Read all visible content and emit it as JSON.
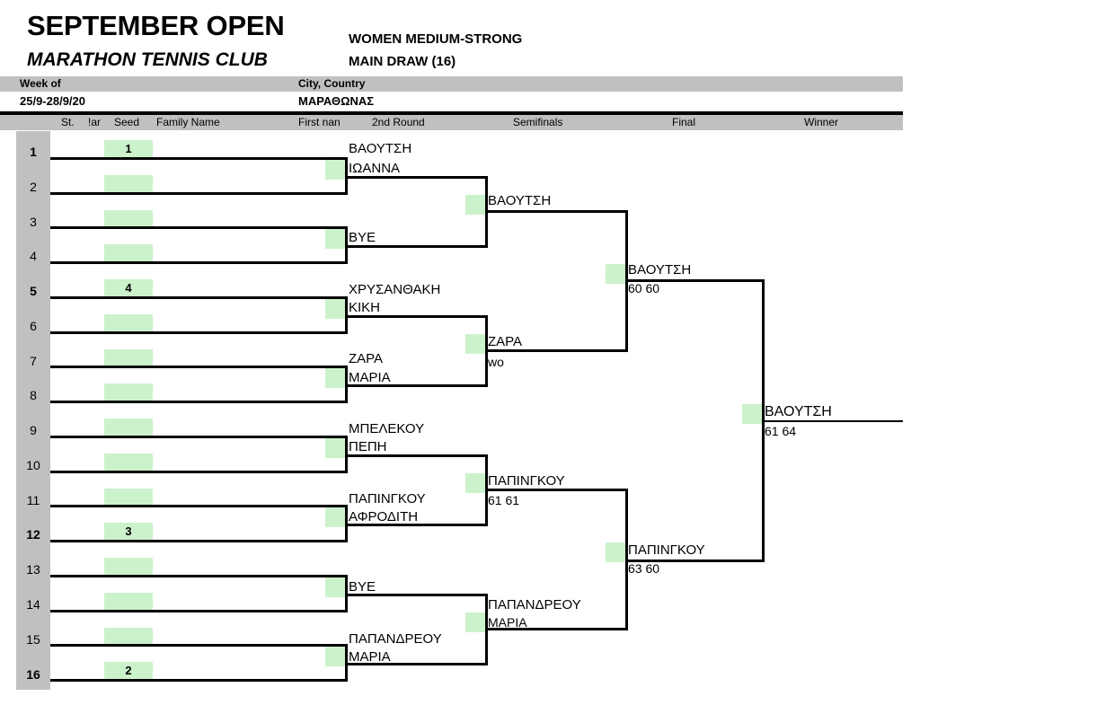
{
  "header": {
    "tournament": "SEPTEMBER OPEN",
    "club": "MARATHON TENNIS CLUB",
    "category": "WOMEN MEDIUM-STRONG",
    "draw_type": "MAIN DRAW (16)",
    "week_of_label": "Week of",
    "week_of_value": "25/9-28/9/20",
    "city_country_label": "City, Country",
    "city_country_value": "ΜΑΡΑΘΩΝΑΣ"
  },
  "columns": {
    "st": "St.",
    "nat": "!ar",
    "seed": "Seed",
    "family_name": "Family Name",
    "first_name": "First nan",
    "round2": "2nd Round",
    "semifinals": "Semifinals",
    "final": "Final",
    "winner": "Winner"
  },
  "colors": {
    "gray_bar": "#c0c0c0",
    "green_cell": "#ccf2cc",
    "line": "#000000",
    "page": "#ffffff"
  },
  "round1": {
    "rows": [
      {
        "num": "1",
        "seed": "1",
        "seeded": true
      },
      {
        "num": "2",
        "seed": "",
        "seeded": false
      },
      {
        "num": "3",
        "seed": "",
        "seeded": false
      },
      {
        "num": "4",
        "seed": "",
        "seeded": false
      },
      {
        "num": "5",
        "seed": "4",
        "seeded": true
      },
      {
        "num": "6",
        "seed": "",
        "seeded": false
      },
      {
        "num": "7",
        "seed": "",
        "seeded": false
      },
      {
        "num": "8",
        "seed": "",
        "seeded": false
      },
      {
        "num": "9",
        "seed": "",
        "seeded": false
      },
      {
        "num": "10",
        "seed": "",
        "seeded": false
      },
      {
        "num": "11",
        "seed": "",
        "seeded": false
      },
      {
        "num": "12",
        "seed": "3",
        "seeded": true
      },
      {
        "num": "13",
        "seed": "",
        "seeded": false
      },
      {
        "num": "14",
        "seed": "",
        "seeded": false
      },
      {
        "num": "15",
        "seed": "",
        "seeded": false
      },
      {
        "num": "16",
        "seed": "2",
        "seeded": true
      }
    ]
  },
  "round2": {
    "m1_name": "ΒΑΟΥΤΣΗ",
    "m1_first": "ΙΩΑΝΝΑ",
    "m2_name": "BYE",
    "m2_first": "",
    "m3_name": "ΧΡΥΣΑΝΘΑΚΗ",
    "m3_first": "ΚΙΚΗ",
    "m4_name": "ΖΑΡΑ",
    "m4_first": "ΜΑΡΙΑ",
    "m5_name": "ΜΠΕΛΕΚΟΥ",
    "m5_first": "ΠΕΠΗ",
    "m6_name": "ΠΑΠΙΝΓΚΟΥ",
    "m6_first": "ΑΦΡΟΔΙΤΗ",
    "m7_name": "BYE",
    "m7_first": "",
    "m8_name": "ΠΑΠΑΝΔΡΕΟΥ",
    "m8_first": "ΜΑΡΙΑ"
  },
  "semifinals": {
    "q1_name": "ΒΑΟΥΤΣΗ",
    "q1_score": "",
    "q2_name": "ΖΑΡΑ",
    "q2_score": "wo",
    "q3_name": "ΠΑΠΙΝΓΚΟΥ",
    "q3_score": "61 61",
    "q4_name": "ΠΑΠΑΝΔΡΕΟΥ",
    "q4_score": "ΜΑΡΙΑ"
  },
  "final_round": {
    "s1_name": "ΒΑΟΥΤΣΗ",
    "s1_score": "60 60",
    "s2_name": "ΠΑΠΙΝΓΚΟΥ",
    "s2_score": "63 60"
  },
  "winner": {
    "name": "ΒΑΟΥΤΣΗ",
    "score": "61 64"
  }
}
